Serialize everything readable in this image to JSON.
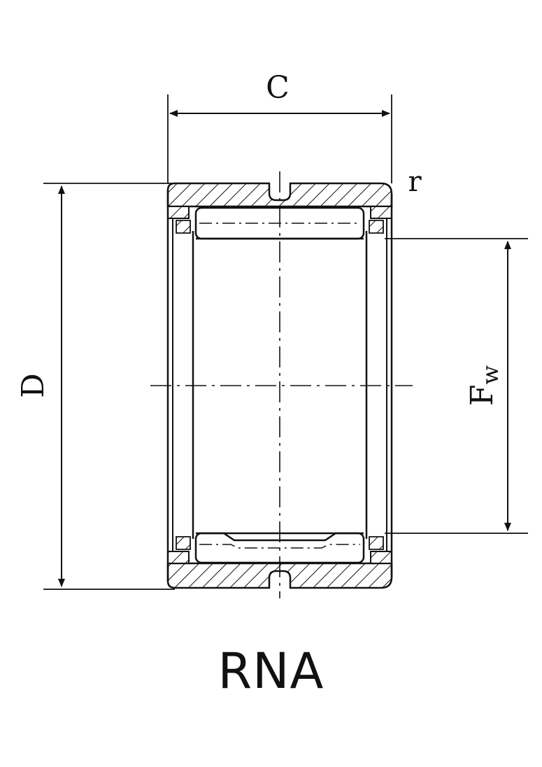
{
  "labels": {
    "width": "C",
    "outer_diameter": "D",
    "roller_set_bore": "F",
    "roller_set_bore_subscript": "w",
    "chamfer": "r"
  },
  "caption": "RNA",
  "colors": {
    "line": "#111111",
    "background": "#ffffff"
  }
}
